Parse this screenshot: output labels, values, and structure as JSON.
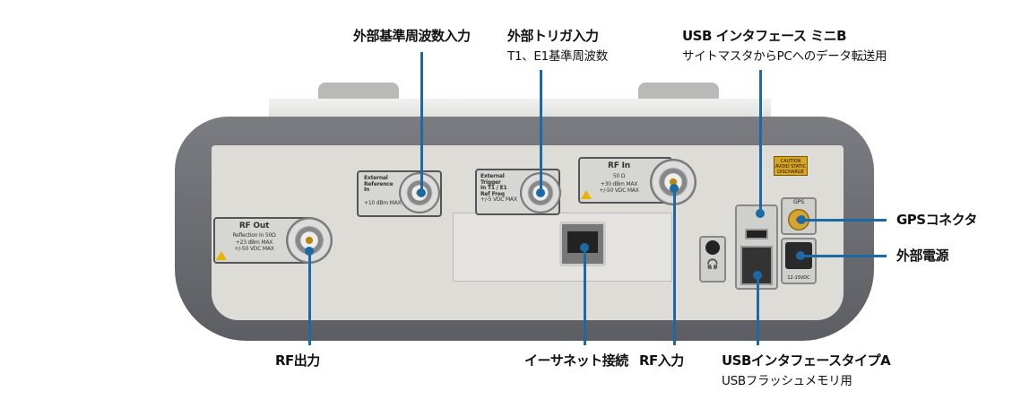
{
  "callouts": {
    "ext_ref": {
      "title": "外部基準周波数入力"
    },
    "ext_trigger": {
      "title": "外部トリガ入力",
      "sub": "T1、E1基準周波数"
    },
    "usb_mini": {
      "title": "USB インタフェース ミニB",
      "sub": "サイトマスタからPCへのデータ転送用"
    },
    "gps": {
      "title": "GPSコネクタ"
    },
    "power": {
      "title": "外部電源"
    },
    "rf_out": {
      "title": "RF出力"
    },
    "ethernet": {
      "title": "イーサネット接続"
    },
    "rf_in": {
      "title": "RF入力"
    },
    "usb_a": {
      "title": "USBインタフェースタイプA",
      "sub": "USBフラッシュメモリ用"
    }
  },
  "panel": {
    "ext_ref": [
      "External",
      "Reference",
      "In",
      "+10 dBm MAX"
    ],
    "ext_trigger": [
      "External",
      "Trigger",
      "In",
      "T1 / E1",
      "Ref Freq",
      "+/-5 VDC MAX"
    ],
    "rf_in": [
      "RF In",
      "50 Ω",
      "+30 dBm MAX",
      "+/-50 VDC MAX"
    ],
    "rf_out": [
      "RF Out",
      "Reflection In 50Ω",
      "+23 dBm MAX",
      "+/-50 VDC MAX"
    ],
    "caution": "CAUTION AVOID STATIC DISCHARGE",
    "gps": "GPS",
    "power": "12-15VDC"
  },
  "colors": {
    "callout": "#1b6aa5",
    "bumper": "#6b6c71",
    "panel": "#dddcd7"
  }
}
